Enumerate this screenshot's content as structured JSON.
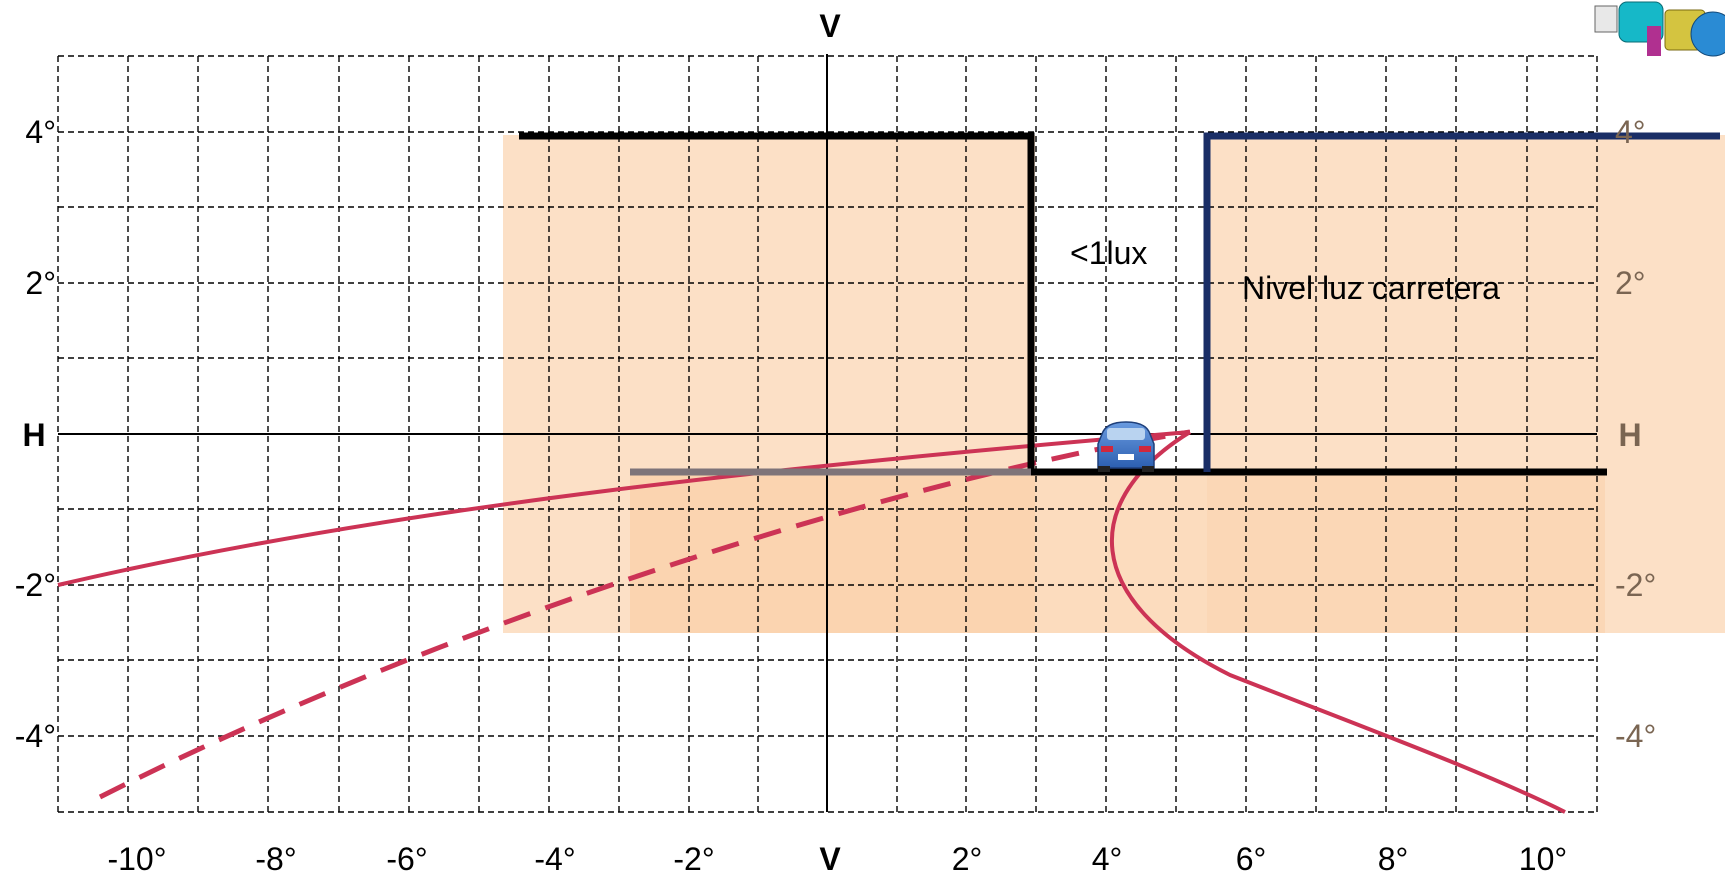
{
  "axis_labels": {
    "v_top": "V",
    "v_bottom": "V",
    "h_left": "H",
    "h_right": "H"
  },
  "y_ticks_left": [
    "4°",
    "2°",
    "-2°",
    "-4°"
  ],
  "y_ticks_right": [
    "4°",
    "2°",
    "-2°",
    "-4°"
  ],
  "x_ticks": [
    "-10°",
    "-8°",
    "-6°",
    "-4°",
    "-2°",
    "2°",
    "4°",
    "6°",
    "8°",
    "10°"
  ],
  "annotations": {
    "lux": "<1lux",
    "road_light": "Nivel luz carretera"
  },
  "colors": {
    "shade": "#fbd6b3",
    "cutoff_line": "#000000",
    "high_beam_line": "#1a2e66",
    "gray_line": "#7e7479",
    "road_curve": "#cc3355",
    "grid": "#000000"
  },
  "icons": {
    "car": "car-rear-icon",
    "headlamp": "headlamp-module-icon"
  }
}
